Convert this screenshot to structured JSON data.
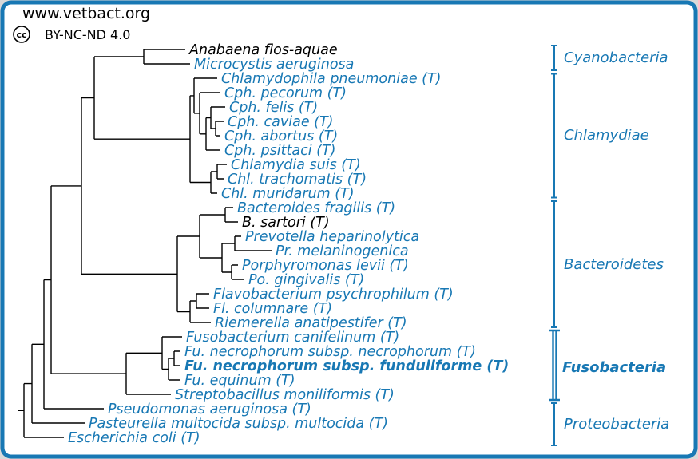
{
  "header": {
    "site": "www.vetbact.org",
    "license": "BY-NC-ND 4.0",
    "cc": "cc"
  },
  "palette": {
    "accent_blue": "#1878b4",
    "text_black": "#000000",
    "frame_border": "#1878b4",
    "outer_background": "#d9d9d9",
    "canvas_background": "#ffffff"
  },
  "tree": {
    "taxa": [
      {
        "name": "Anabaena flos-aquae",
        "color": "black",
        "weight": "normal"
      },
      {
        "name": "Microcystis aeruginosa",
        "color": "blue",
        "weight": "normal"
      },
      {
        "name": "Chlamydophila pneumoniae (T)",
        "color": "blue",
        "weight": "normal"
      },
      {
        "name": "Cph. pecorum (T)",
        "color": "blue",
        "weight": "normal"
      },
      {
        "name": "Cph. felis (T)",
        "color": "blue",
        "weight": "normal"
      },
      {
        "name": "Cph. caviae (T)",
        "color": "blue",
        "weight": "normal"
      },
      {
        "name": "Cph. abortus (T)",
        "color": "blue",
        "weight": "normal"
      },
      {
        "name": "Cph. psittaci (T)",
        "color": "blue",
        "weight": "normal"
      },
      {
        "name": "Chlamydia suis (T)",
        "color": "blue",
        "weight": "normal"
      },
      {
        "name": "Chl. trachomatis (T)",
        "color": "blue",
        "weight": "normal"
      },
      {
        "name": "Chl. muridarum (T)",
        "color": "blue",
        "weight": "normal"
      },
      {
        "name": "Bacteroides fragilis (T)",
        "color": "blue",
        "weight": "normal"
      },
      {
        "name": "B. sartori (T)",
        "color": "black",
        "weight": "normal"
      },
      {
        "name": "Prevotella heparinolytica",
        "color": "blue",
        "weight": "normal"
      },
      {
        "name": "Pr. melaninogenica",
        "color": "blue",
        "weight": "normal"
      },
      {
        "name": "Porphyromonas levii (T)",
        "color": "blue",
        "weight": "normal"
      },
      {
        "name": "Po. gingivalis (T)",
        "color": "blue",
        "weight": "normal"
      },
      {
        "name": "Flavobacterium psychrophilum (T)",
        "color": "blue",
        "weight": "normal"
      },
      {
        "name": "Fl. columnare (T)",
        "color": "blue",
        "weight": "normal"
      },
      {
        "name": "Riemerella anatipestifer (T)",
        "color": "blue",
        "weight": "normal"
      },
      {
        "name": "Fusobacterium canifelinum (T)",
        "color": "blue",
        "weight": "normal"
      },
      {
        "name": "Fu. necrophorum subsp. necrophorum (T)",
        "color": "blue",
        "weight": "normal"
      },
      {
        "name": "Fu. necrophorum subsp. funduliforme (T)",
        "color": "blue",
        "weight": "bold"
      },
      {
        "name": "Fu. equinum (T)",
        "color": "blue",
        "weight": "normal"
      },
      {
        "name": "Streptobacillus moniliformis (T)",
        "color": "blue",
        "weight": "normal"
      },
      {
        "name": "Pseudomonas aeruginosa (T)",
        "color": "blue",
        "weight": "normal"
      },
      {
        "name": "Pasteurella multocida subsp. multocida (T)",
        "color": "blue",
        "weight": "normal"
      },
      {
        "name": "Escherichia coli (T)",
        "color": "blue",
        "weight": "normal"
      }
    ],
    "groups": [
      {
        "name": "Cyanobacteria",
        "weight": "normal"
      },
      {
        "name": "Chlamydiae",
        "weight": "normal"
      },
      {
        "name": "Bacteroidetes",
        "weight": "normal"
      },
      {
        "name": "Fusobacteria",
        "weight": "bold"
      },
      {
        "name": "Proteobacteria",
        "weight": "normal"
      }
    ]
  }
}
